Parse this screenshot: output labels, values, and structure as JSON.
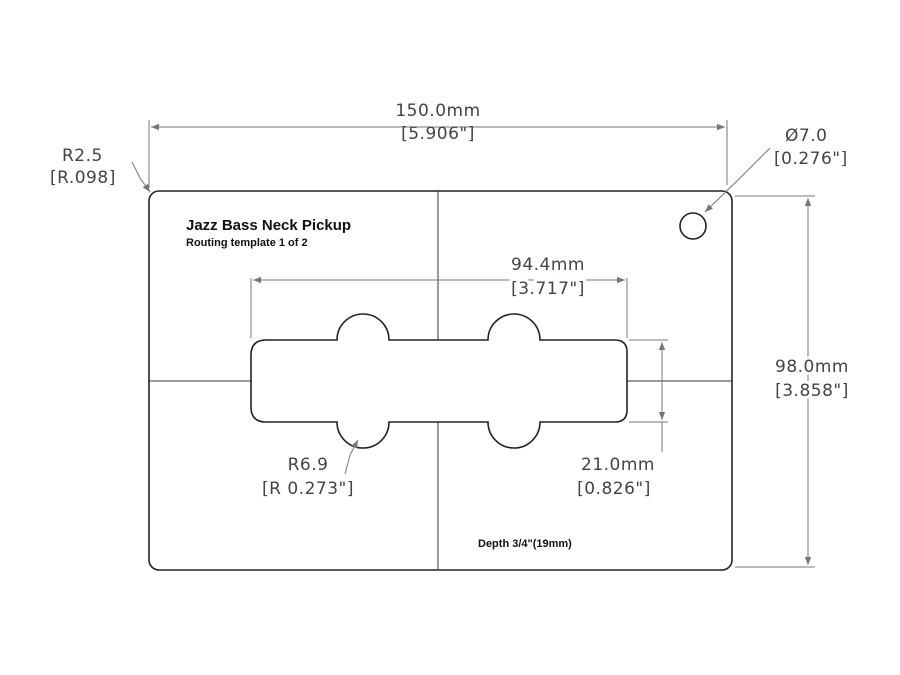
{
  "template": {
    "title": "Jazz Bass Neck Pickup",
    "subtitle": "Routing template 1 of 2",
    "depth": "Depth 3/4\"(19mm)"
  },
  "dimensions": {
    "width_mm": "150.0mm",
    "width_in": "[5.906\"]",
    "corner_radius_mm": "R2.5",
    "corner_radius_in": "[R.098]",
    "hole_diameter_mm": "Ø7.0",
    "hole_diameter_in": "[0.276\"]",
    "height_mm": "98.0mm",
    "height_in": "[3.858\"]",
    "pickup_length_mm": "94.4mm",
    "pickup_length_in": "[3.717\"]",
    "lobe_radius_mm": "R6.9",
    "lobe_radius_in": "[R 0.273\"]",
    "pickup_width_mm": "21.0mm",
    "pickup_width_in": "[0.826\"]"
  },
  "colors": {
    "outline": "#222222",
    "dimension": "#777777",
    "background": "#ffffff"
  }
}
